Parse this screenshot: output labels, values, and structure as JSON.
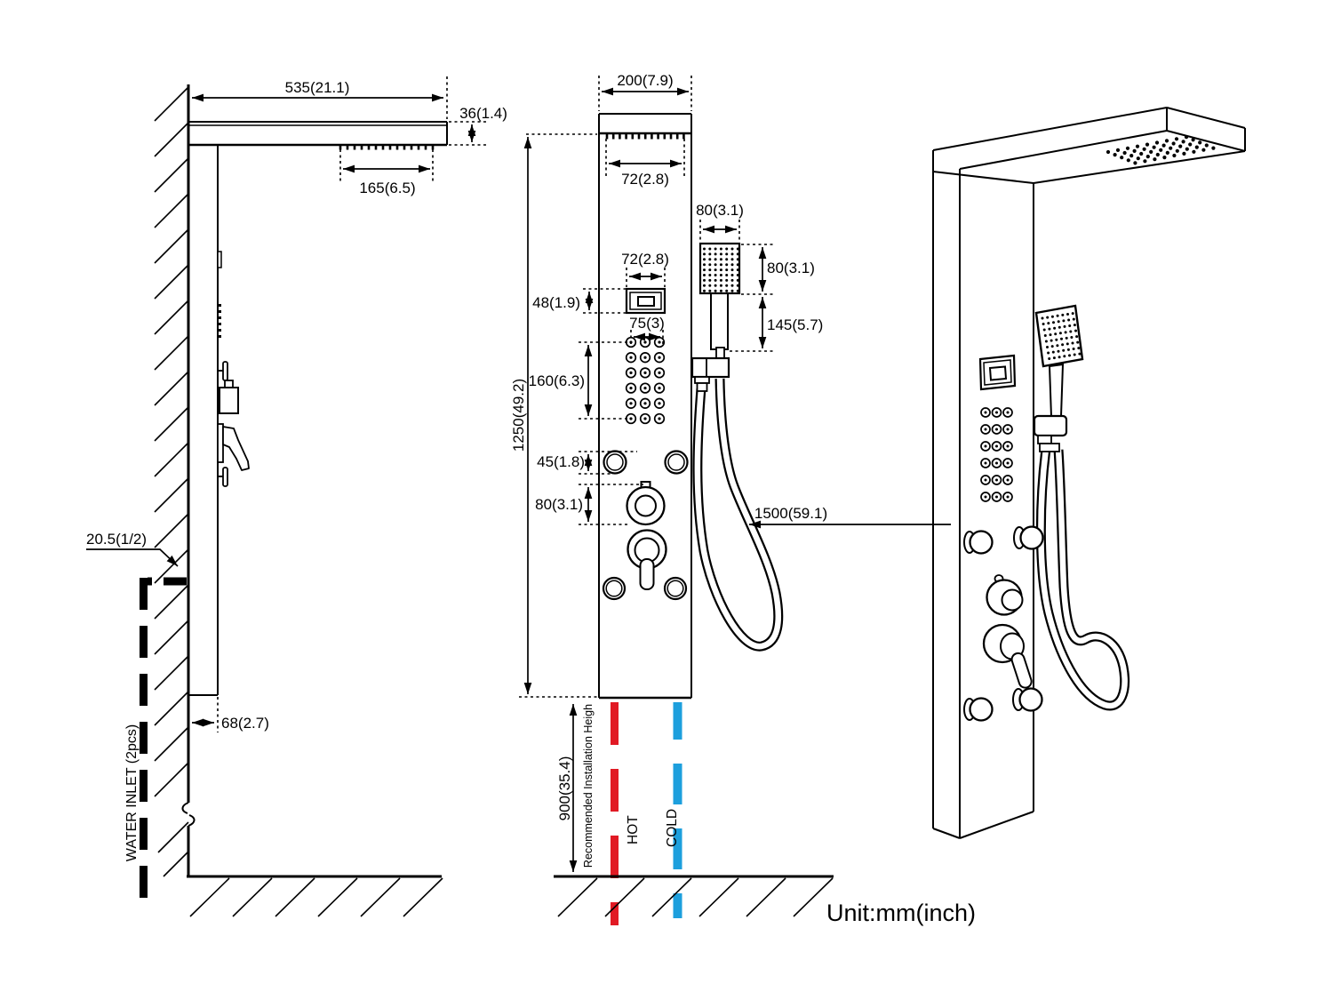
{
  "unit_label": "Unit:mm(inch)",
  "colors": {
    "line": "#000000",
    "hot": "#e11a24",
    "cold": "#1d9fdd"
  },
  "side_view": {
    "dim_arm_length": "535(21.1)",
    "dim_arm_thickness": "36(1.4)",
    "dim_waterfall_length": "165(6.5)",
    "dim_inlet_size": "20.5(1/2)",
    "dim_bottom_clearance": "68(2.7)",
    "water_inlet_label": "WATER INLET (2pcs)"
  },
  "front_view": {
    "dim_panel_width": "200(7.9)",
    "dim_waterfall_width": "72(2.8)",
    "dim_panel_height": "1250(49.2)",
    "dim_display_width": "72(2.8)",
    "dim_display_height": "48(1.9)",
    "dim_jet_width": "75(3)",
    "dim_jet_height": "160(6.3)",
    "dim_knob_row_height": "45(1.8)",
    "dim_diverter_height": "80(3.1)",
    "dim_handshower_width": "80(3.1)",
    "dim_handshower_head_height": "80(3.1)",
    "dim_handshower_handle_height": "145(5.7)",
    "dim_hose_length": "1500(59.1)",
    "dim_install_height": "900(35.4)",
    "install_note": "Recommended Installation Heigh",
    "hot_label": "HOT",
    "cold_label": "COLD"
  }
}
